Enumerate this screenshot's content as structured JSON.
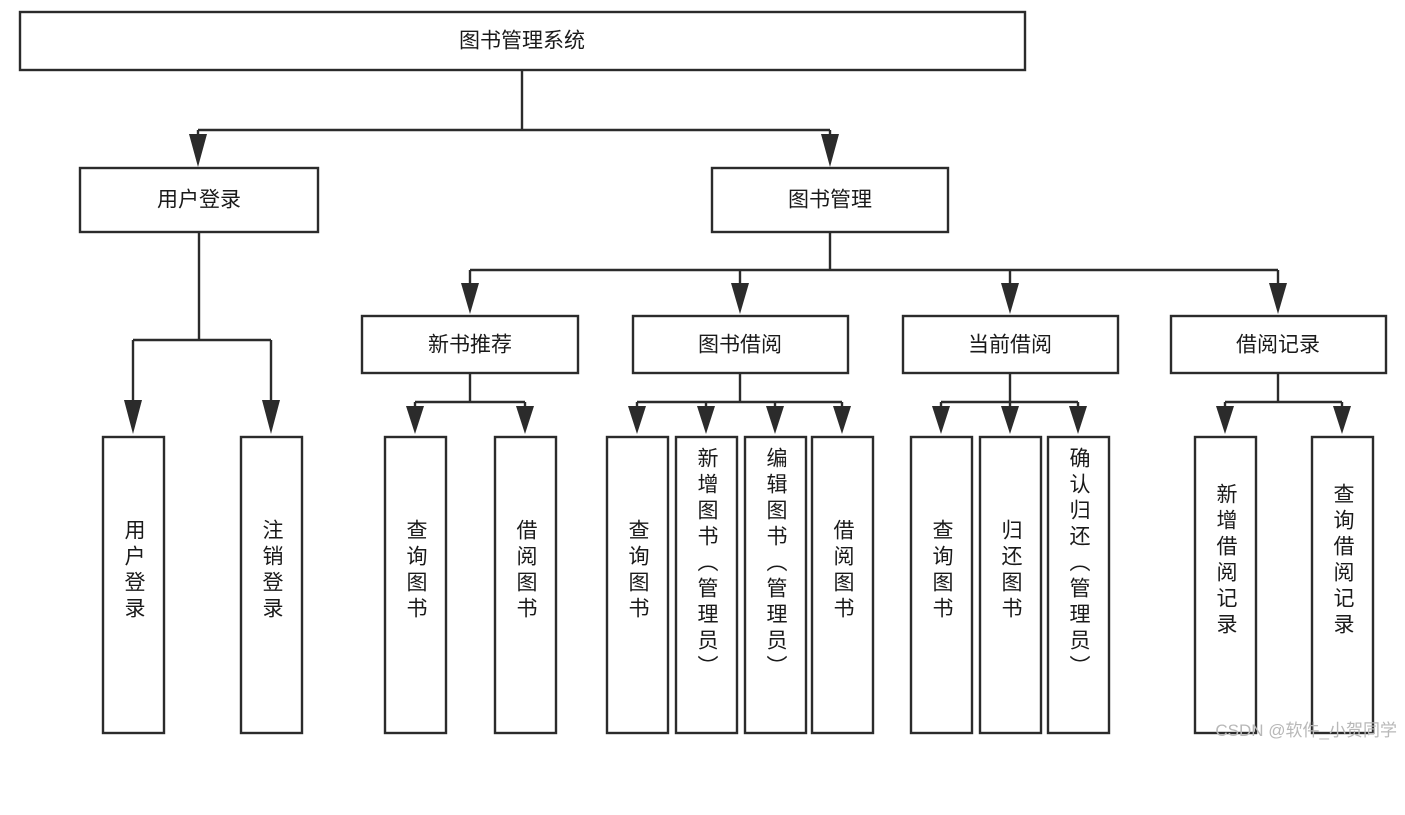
{
  "diagram": {
    "title": "图书管理系统",
    "watermark": "CSDN @软件_小贺同学",
    "colors": {
      "stroke": "#2b2b2b",
      "fill": "#ffffff",
      "text": "#1a1a1a",
      "watermark": "#b8b8b8"
    },
    "level2": [
      {
        "label": "用户登录"
      },
      {
        "label": "图书管理"
      }
    ],
    "level3": [
      {
        "label": "新书推荐"
      },
      {
        "label": "图书借阅"
      },
      {
        "label": "当前借阅"
      },
      {
        "label": "借阅记录"
      }
    ],
    "leaves": {
      "user_login": [
        {
          "label": "用户登录"
        },
        {
          "label": "注销登录"
        }
      ],
      "new_book_recommend": [
        {
          "label": "查询图书"
        },
        {
          "label": "借阅图书"
        }
      ],
      "book_borrow": [
        {
          "label": "查询图书"
        },
        {
          "label": "新增图书（管理员）"
        },
        {
          "label": "编辑图书（管理员）"
        },
        {
          "label": "借阅图书"
        }
      ],
      "current_borrow": [
        {
          "label": "查询图书"
        },
        {
          "label": "归还图书"
        },
        {
          "label": "确认归还（管理员）"
        }
      ],
      "borrow_record": [
        {
          "label": "新增借阅记录"
        },
        {
          "label": "查询借阅记录"
        }
      ]
    }
  }
}
